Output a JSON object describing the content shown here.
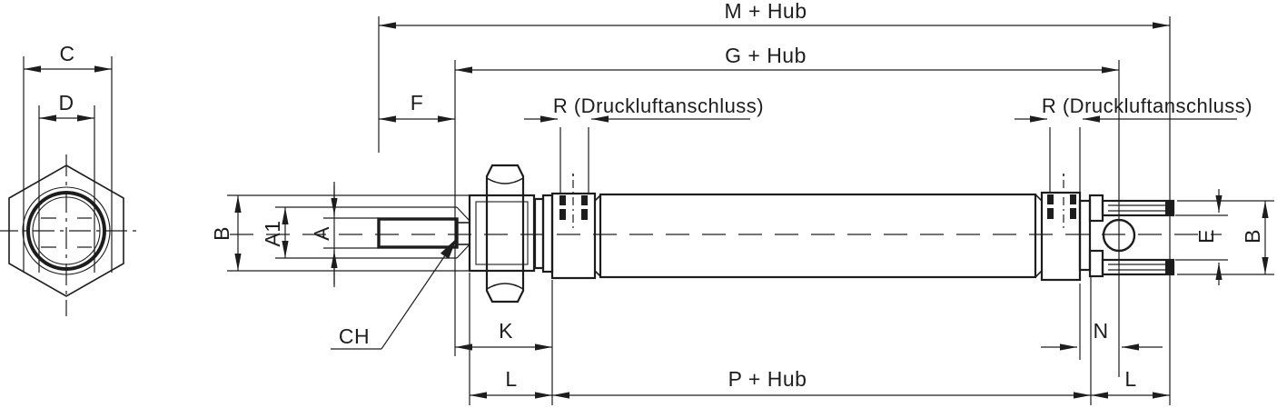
{
  "drawing": {
    "description": "Technical dimension drawing of a pneumatic mini round cylinder: front view of rod-end hex nut (left) and full side section view with dimension callouts",
    "background": "#ffffff",
    "line_color": "#1d1d1d"
  },
  "front_view": {
    "dim_c": "C",
    "dim_d": "D"
  },
  "side_view": {
    "top_dims": {
      "m_hub": "M + Hub",
      "g_hub": "G + Hub",
      "f": "F",
      "r_front": "R (Druckluftanschluss)",
      "r_rear": "R (Druckluftanschluss)"
    },
    "left_dims": {
      "b": "B",
      "a1": "A1",
      "a": "A"
    },
    "right_dims": {
      "e": "E",
      "b": "B"
    },
    "bottom_dims": {
      "k": "K",
      "l_front": "L",
      "p_hub": "P + Hub",
      "n": "N",
      "l_rear": "L"
    },
    "callout": {
      "ch": "CH"
    }
  }
}
